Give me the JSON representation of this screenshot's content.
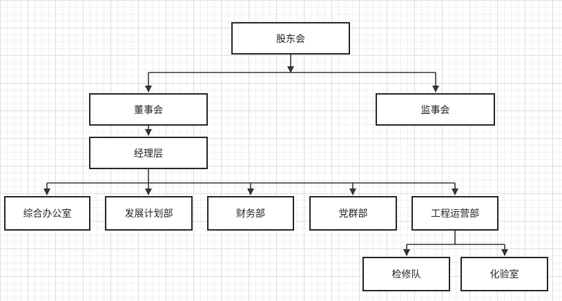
{
  "nodes": {
    "shareholders": "股东会",
    "board": "董事会",
    "supervisors": "监事会",
    "management": "经理层",
    "admin_office": "综合办公室",
    "planning_dept": "发展计划部",
    "finance_dept": "财务部",
    "party_dept": "党群部",
    "engineering_dept": "工程运营部",
    "maintenance_team": "检修队",
    "lab": "化验室"
  },
  "colors": {
    "line": "#333333",
    "border": "#222222",
    "text": "#222222"
  }
}
